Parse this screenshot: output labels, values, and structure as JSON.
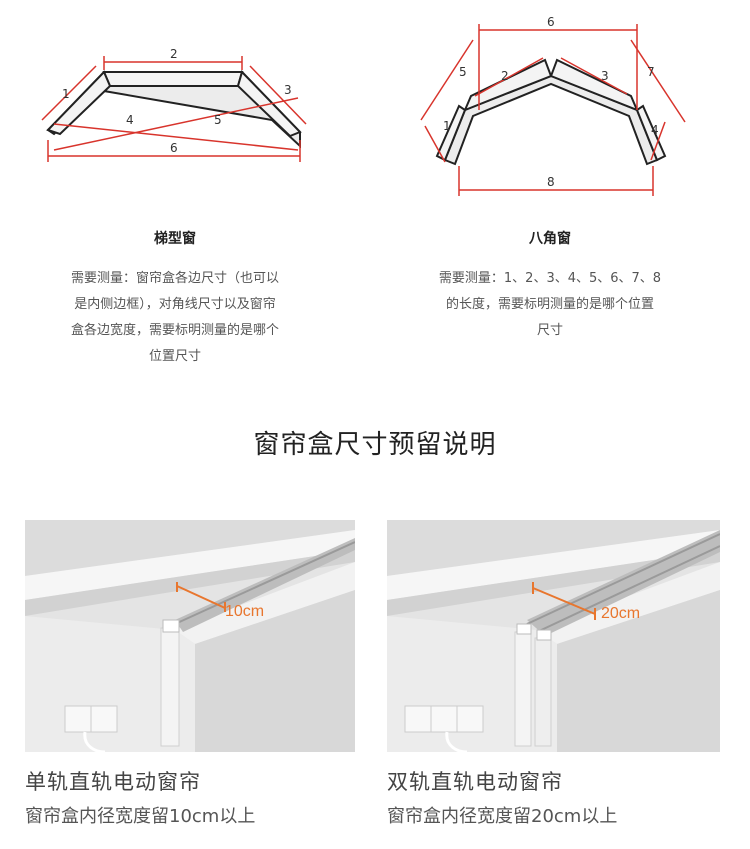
{
  "trapezoid": {
    "labels": [
      "1",
      "2",
      "3",
      "4",
      "5",
      "6"
    ],
    "title": "梯型窗",
    "desc_lines": [
      "需要测量：窗帘盒各边尺寸（也可以",
      "是内侧边框），对角线尺寸以及窗帘",
      "盒各边宽度，需要标明测量的是哪个",
      "位置尺寸"
    ]
  },
  "octagon": {
    "labels": [
      "1",
      "2",
      "3",
      "4",
      "5",
      "6",
      "7",
      "8"
    ],
    "title": "八角窗",
    "desc_lines": [
      "需要测量：1、2、3、4、5、6、7、8",
      "的长度，需要标明测量的是哪个位置",
      "尺寸"
    ]
  },
  "section_title": "窗帘盒尺寸预留说明",
  "photos": [
    {
      "measure_label": "10cm",
      "title": "单轨直轨电动窗帘",
      "subtitle": "窗帘盒内径宽度留10cm以上"
    },
    {
      "measure_label": "20cm",
      "title": "双轨直轨电动窗帘",
      "subtitle": "窗帘盒内径宽度留20cm以上"
    }
  ],
  "colors": {
    "dimension_red": "#d8342c",
    "frame_black": "#222222",
    "panel_gray": "#f2f2f2",
    "photo_orange": "#e8762e"
  }
}
